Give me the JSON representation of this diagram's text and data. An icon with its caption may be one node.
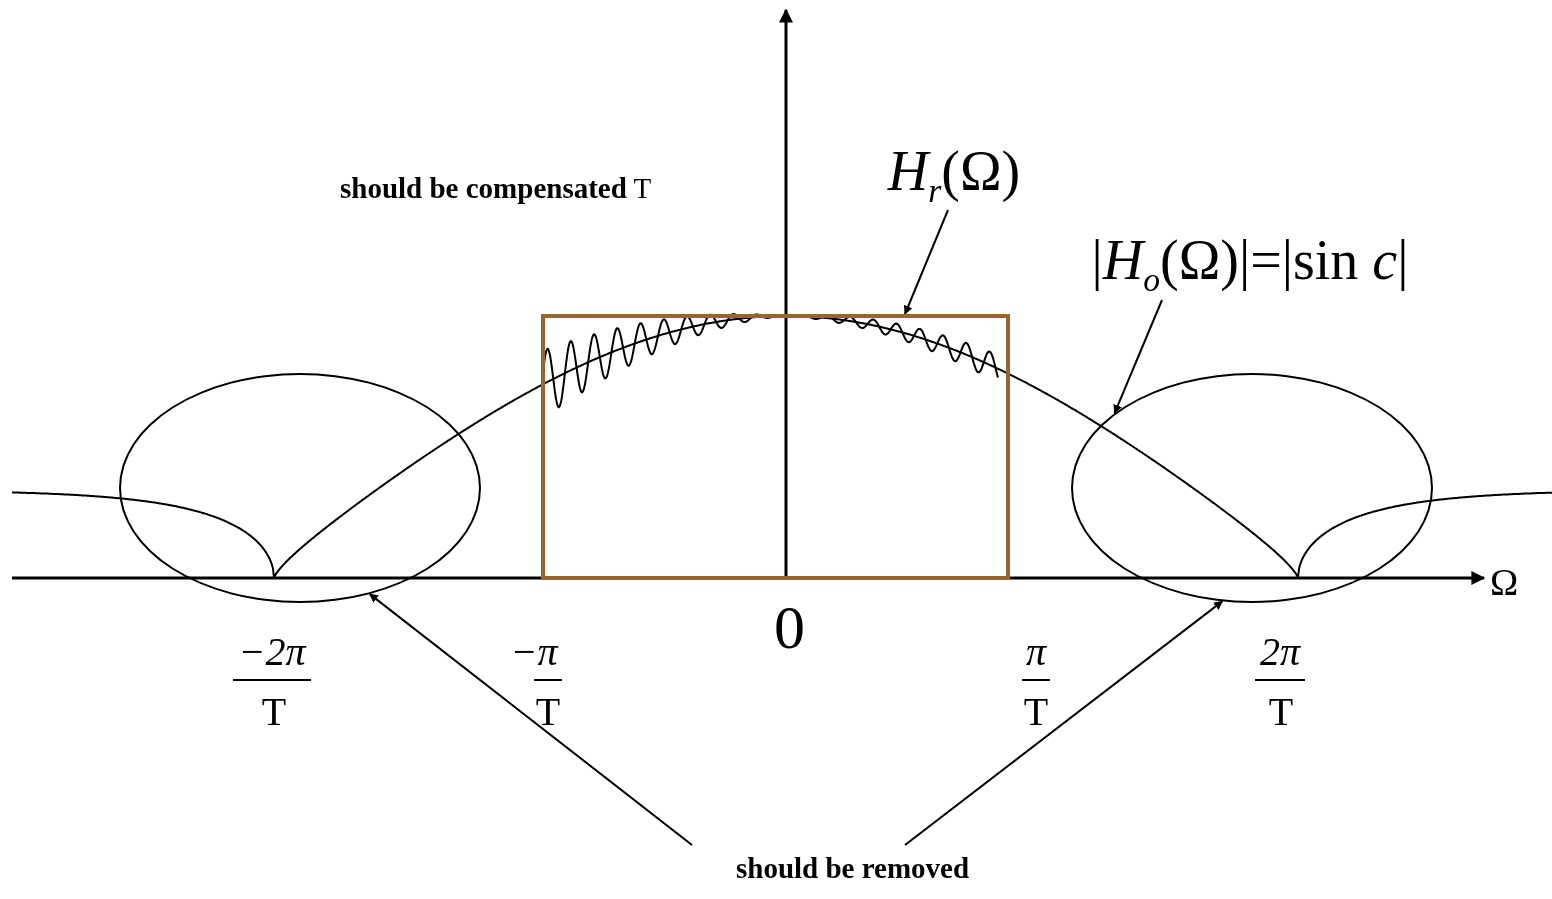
{
  "diagram": {
    "nodes": [
      {
        "text": [
          "*H*$_{r}$(Ω)"
        ]
      },
      {
        "text": [
          "|*H*$_{o}$(Ω)|=|sin *c*|"
        ]
      },
      {
        "text": [
          "should be removed"
        ]
      },
      {
        "text": [],
        "shape": "ellipse"
      },
      {
        "text": [],
        "shape": "ellipse"
      },
      {
        "text": [],
        "shape": "box"
      }
    ],
    "edges": [
      {
        "from": 0,
        "to": 5,
        "arrow": "to"
      },
      {
        "from": 1,
        "to": 4,
        "arrow": "to"
      },
      {
        "from": 2,
        "to": 3,
        "arrow": "to"
      },
      {
        "from": 2,
        "to": 4,
        "arrow": "to"
      }
    ],
    "labels": [
      "**should be compensated** T",
      "0",
      "Ω",
      "−2π",
      "T",
      "−π",
      "T",
      "π",
      "T",
      "2π",
      "T"
    ]
  }
}
